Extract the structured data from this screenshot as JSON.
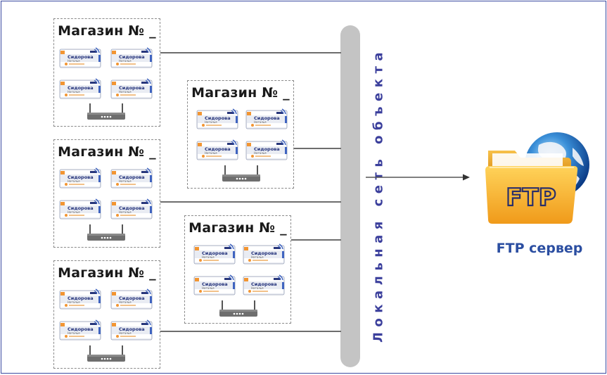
{
  "stores": [
    {
      "title": "Магазин № _"
    },
    {
      "title": "Магазин № _"
    },
    {
      "title": "Магазин № _"
    },
    {
      "title": "Магазин № _"
    },
    {
      "title": "Магазин № _"
    }
  ],
  "badge": {
    "name": "Сидорова",
    "sub": "Наталья"
  },
  "network": {
    "label": "Локальная сеть объекта"
  },
  "server": {
    "logo_text": "FTP",
    "caption": "FTP сервер"
  },
  "colors": {
    "border": "#3b4aa0",
    "network_text": "#3b3f9c",
    "server_text": "#2b4ea1",
    "folder": "#f0a21c",
    "badge_accent": "#f29532",
    "badge_wifi": "#3f64c0"
  },
  "icons": [
    "badge-icon",
    "router-icon",
    "globe-icon",
    "folder-icon",
    "arrow-icon"
  ]
}
